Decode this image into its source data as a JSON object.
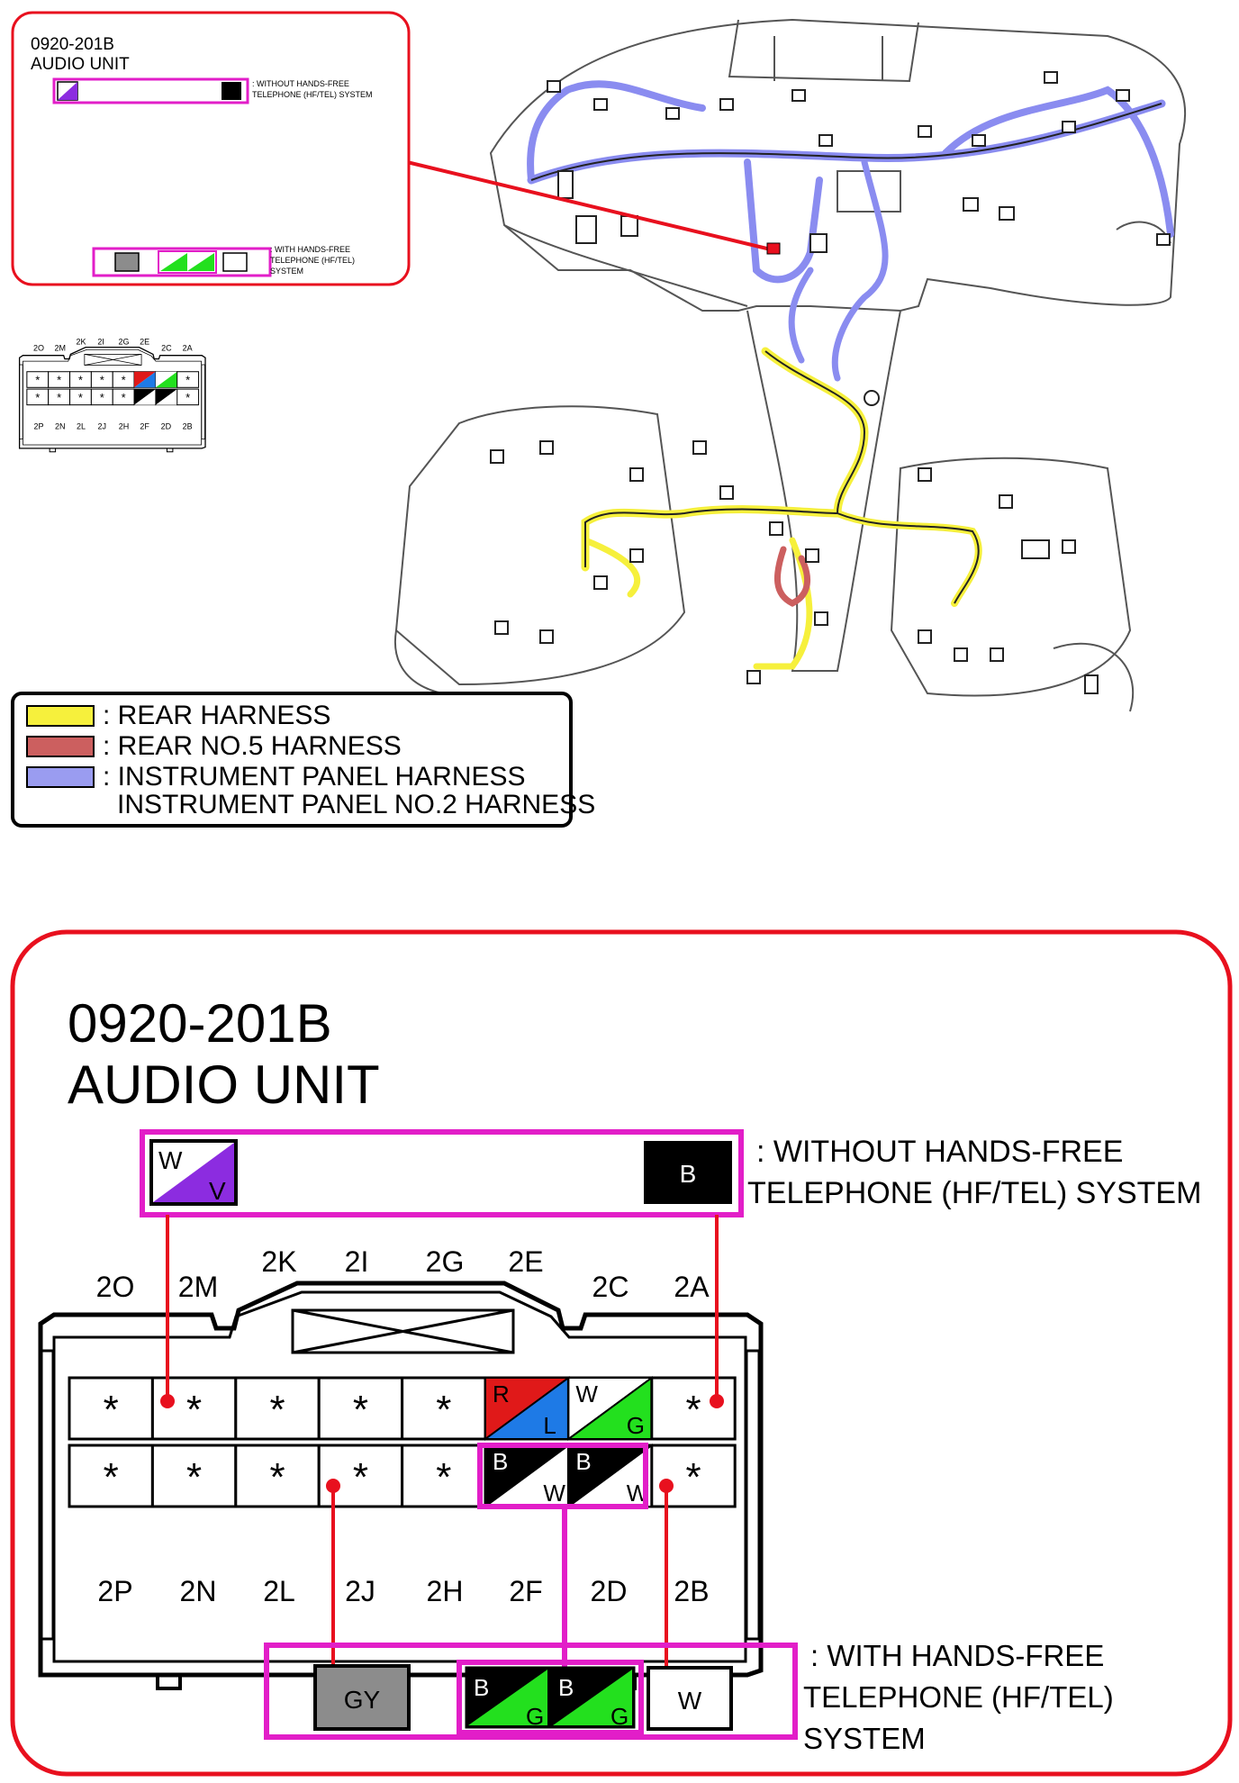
{
  "connector": {
    "code": "0920-201B",
    "name": "AUDIO UNIT"
  },
  "without_hf": {
    "note_line1": ": WITHOUT HANDS-FREE",
    "note_line2": "TELEPHONE (HF/TEL) SYSTEM",
    "wire_left": {
      "top": "W",
      "bottom": "V"
    },
    "wire_right": "B"
  },
  "with_hf": {
    "note_line1": ": WITH HANDS-FREE",
    "note_line2": "TELEPHONE (HF/TEL)",
    "note_line3": "SYSTEM",
    "wire_gy": "GY",
    "wire_bg1": {
      "top": "B",
      "bottom": "G"
    },
    "wire_bg2": {
      "top": "B",
      "bottom": "G"
    },
    "wire_w": "W"
  },
  "pins_top_labels": [
    "2O",
    "2M",
    "2K",
    "2I",
    "2G",
    "2E",
    "2C",
    "2A"
  ],
  "pins_bottom_labels": [
    "2P",
    "2N",
    "2L",
    "2J",
    "2H",
    "2F",
    "2D",
    "2B"
  ],
  "cells": {
    "row1": [
      "*",
      "*",
      "*",
      "*",
      "*",
      "R/L",
      "W/G",
      "*"
    ],
    "row2": [
      "*",
      "*",
      "*",
      "*",
      "*",
      "B/W",
      "B/W",
      "*"
    ],
    "c_rl": {
      "top": "R",
      "bottom": "L"
    },
    "c_wg": {
      "top": "W",
      "bottom": "G"
    },
    "c_bw1": {
      "top": "B",
      "bottom": "W"
    },
    "c_bw2": {
      "top": "B",
      "bottom": "W"
    },
    "asterisk": "*"
  },
  "legend": [
    {
      "label": ": REAR HARNESS",
      "color": "#f6f03c"
    },
    {
      "label": ": REAR NO.5 HARNESS",
      "color": "#cc5f5f"
    },
    {
      "label": ": INSTRUMENT PANEL HARNESS",
      "color": "#9a9cf0"
    },
    {
      "label": "INSTRUMENT PANEL NO.2 HARNESS",
      "color": ""
    }
  ],
  "colors": {
    "frame_red": "#e8101e",
    "highlight_magenta": "#e21ec8",
    "wire_purple": "#8c2ce0",
    "wire_red": "#e01919",
    "wire_blue": "#1e7ae6",
    "wire_green": "#23e01e",
    "wire_gray": "#8c8c8c",
    "rear_harness": "#f6f03c",
    "rear_no5": "#cc5f5f",
    "instrument_panel": "#8a8cf0"
  }
}
